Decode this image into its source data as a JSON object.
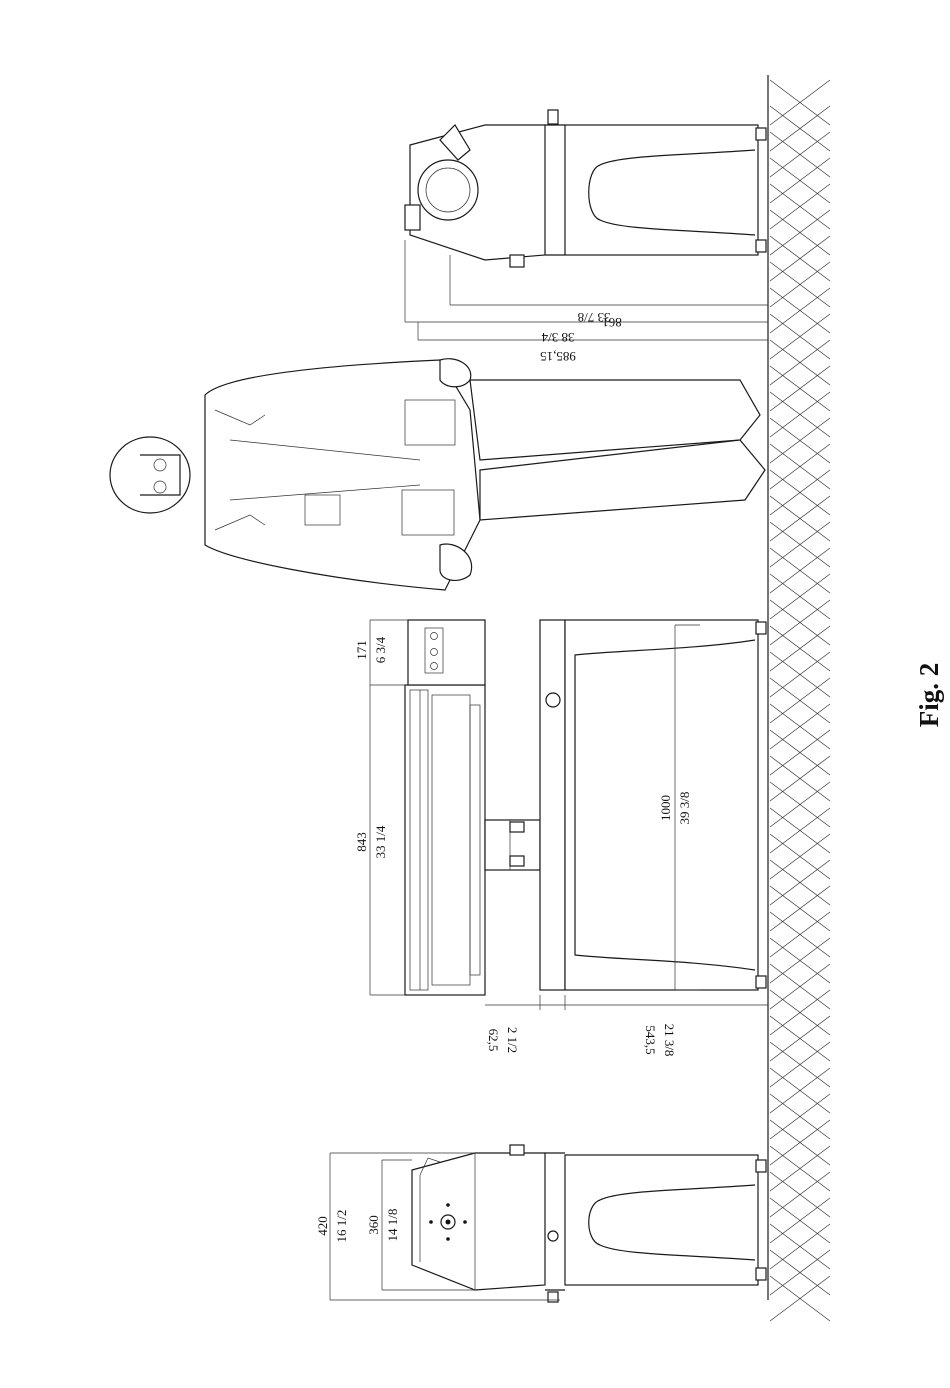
{
  "figure": {
    "title": "Fig. 2"
  },
  "dimensions": {
    "left_overall_mm": "420",
    "left_overall_in": "16 1/2",
    "left_body_mm": "360",
    "left_body_in": "14 1/8",
    "offset_mm": "62,5",
    "offset_in": "2 1/2",
    "leg_mm": "543,5",
    "leg_in": "21 3/8",
    "roller_mm": "843",
    "roller_in": "33 1/4",
    "frame_mm": "1000",
    "frame_in": "39 3/8",
    "control_mm": "171",
    "control_in": "6 3/4",
    "height_total_mm": "985,15",
    "height_total_in": "38 3/4",
    "height_body_mm": "861",
    "height_body_in": "33 7/8"
  }
}
